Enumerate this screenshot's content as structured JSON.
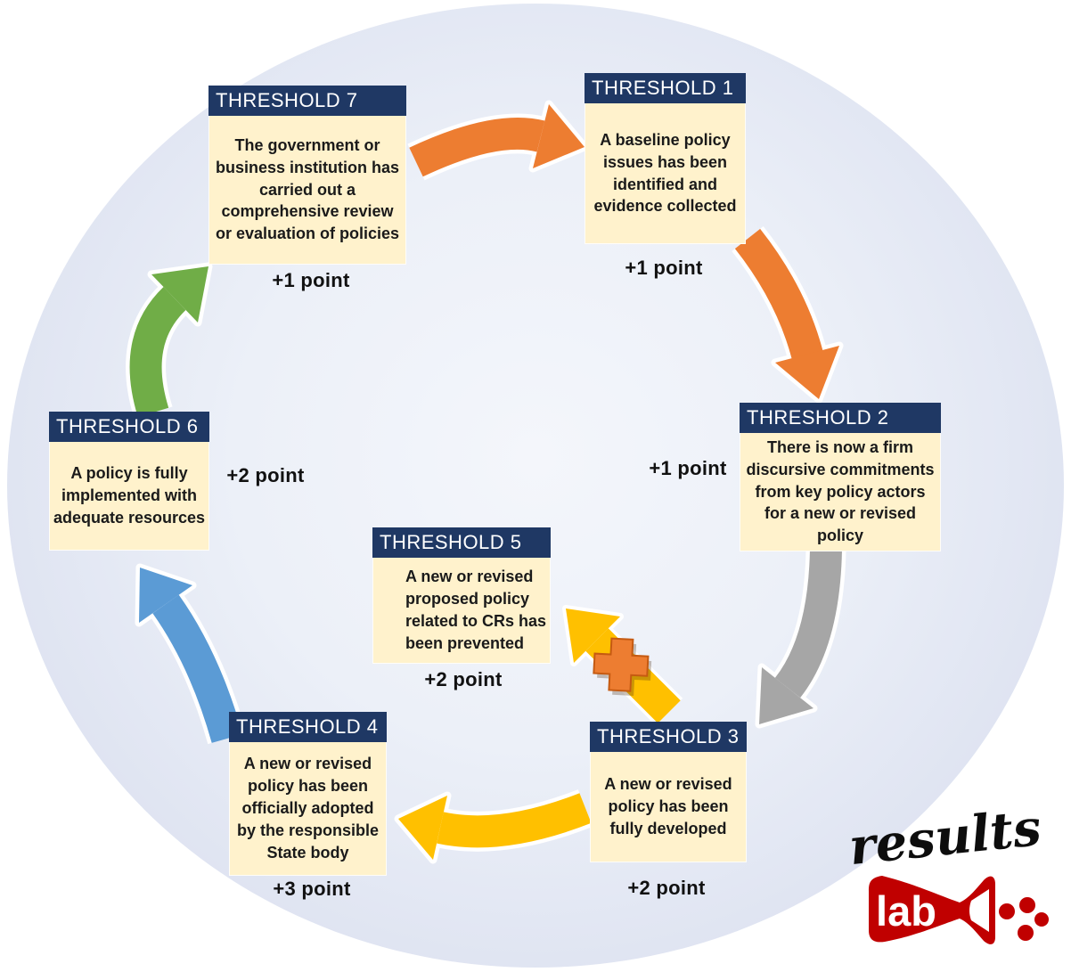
{
  "thresholds": [
    {
      "title": "THRESHOLD 1",
      "body": "A baseline policy issues has been identified and evidence collected",
      "points": "+1 point"
    },
    {
      "title": "THRESHOLD 2",
      "body": "There is now a firm discursive commitments from key policy actors for a new or revised policy",
      "points": "+1 point"
    },
    {
      "title": "THRESHOLD 3",
      "body": "A new or revised policy has been fully developed",
      "points": "+2 point"
    },
    {
      "title": "THRESHOLD 4",
      "body": "A new or revised policy has been officially adopted by the responsible State body",
      "points": "+3 point"
    },
    {
      "title": "THRESHOLD 5",
      "body": "A new or revised proposed policy related to CRs has been prevented",
      "points": "+2 point"
    },
    {
      "title": "THRESHOLD 6",
      "body": "A policy is fully implemented with adequate resources",
      "points": "+2 point"
    },
    {
      "title": "THRESHOLD 7",
      "body": "The government or business institution has carried out a comprehensive review or evaluation of policies",
      "points": "+1 point"
    }
  ],
  "arrows": [
    {
      "name": "threshold7-to-threshold1",
      "color": "#ED7D31"
    },
    {
      "name": "threshold1-to-threshold2",
      "color": "#ED7D31"
    },
    {
      "name": "threshold2-to-threshold3",
      "color": "#A6A6A6"
    },
    {
      "name": "threshold3-to-threshold5",
      "color": "#FFC000"
    },
    {
      "name": "threshold3-to-threshold4",
      "color": "#FFC000"
    },
    {
      "name": "threshold4-to-threshold6",
      "color": "#5B9BD5"
    },
    {
      "name": "threshold6-to-threshold7",
      "color": "#70AD47"
    }
  ],
  "plus_sign": {
    "color": "#ED7D31",
    "edge_color": "#C55A11"
  },
  "logo": {
    "script_text": "results",
    "lab_text": "lab",
    "red": "#C00000"
  },
  "colors": {
    "header-bg": "#1F3864",
    "body-bg": "#FFF2CC",
    "text": "#1A1A1A"
  }
}
